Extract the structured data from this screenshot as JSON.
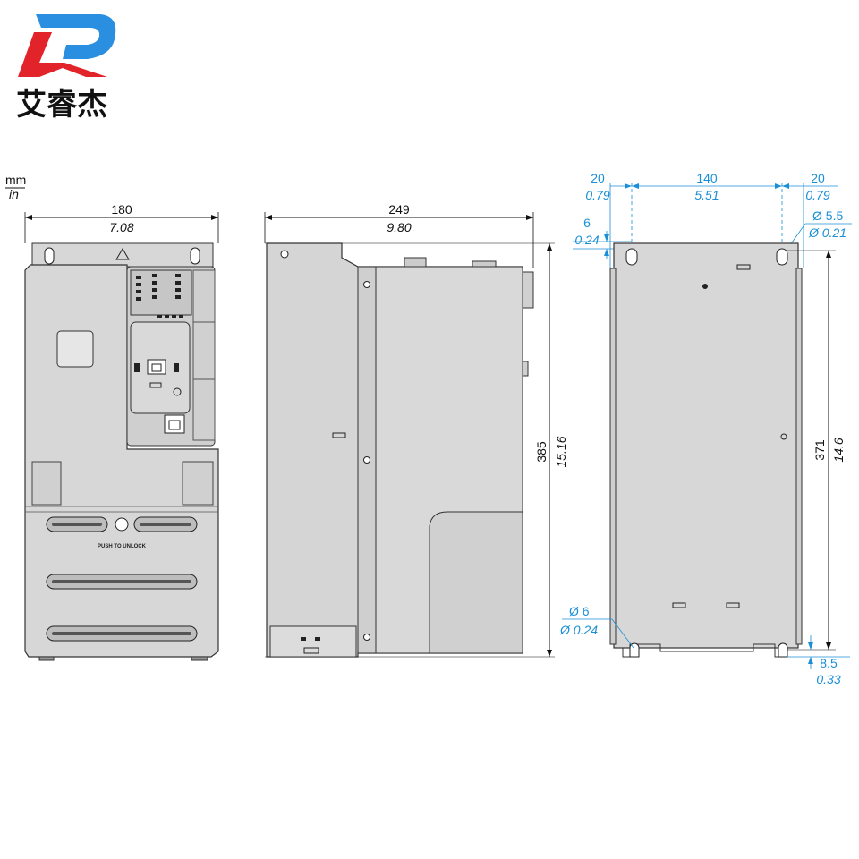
{
  "logo": {
    "text": "艾睿杰",
    "colors": {
      "blue": "#2a8fe0",
      "red": "#e2232a"
    }
  },
  "units": {
    "primary": "mm",
    "secondary": "in"
  },
  "front_view": {
    "width_mm": "180",
    "width_in": "7.08",
    "unlock_label": "PUSH TO UNLOCK"
  },
  "side_view": {
    "depth_mm": "249",
    "depth_in": "9.80",
    "height_mm": "385",
    "height_in": "15.16"
  },
  "rear_view": {
    "left_margin_mm": "20",
    "left_margin_in": "0.79",
    "hole_spacing_mm": "140",
    "hole_spacing_in": "5.51",
    "right_margin_mm": "20",
    "right_margin_in": "0.79",
    "top_offset_mm": "6",
    "top_offset_in": "0.24",
    "top_hole_diameter_mm": "Ø 5.5",
    "top_hole_diameter_in": "Ø 0.21",
    "bottom_hole_diameter_mm": "Ø 6",
    "bottom_hole_diameter_in": "Ø 0.24",
    "hole_vertical_spacing_mm": "371",
    "hole_vertical_spacing_in": "14.6",
    "bottom_offset_mm": "8.5",
    "bottom_offset_in": "0.33"
  },
  "colors": {
    "dimension_blue": "#1a8fd6",
    "housing_gray": "#d7d7d7"
  }
}
